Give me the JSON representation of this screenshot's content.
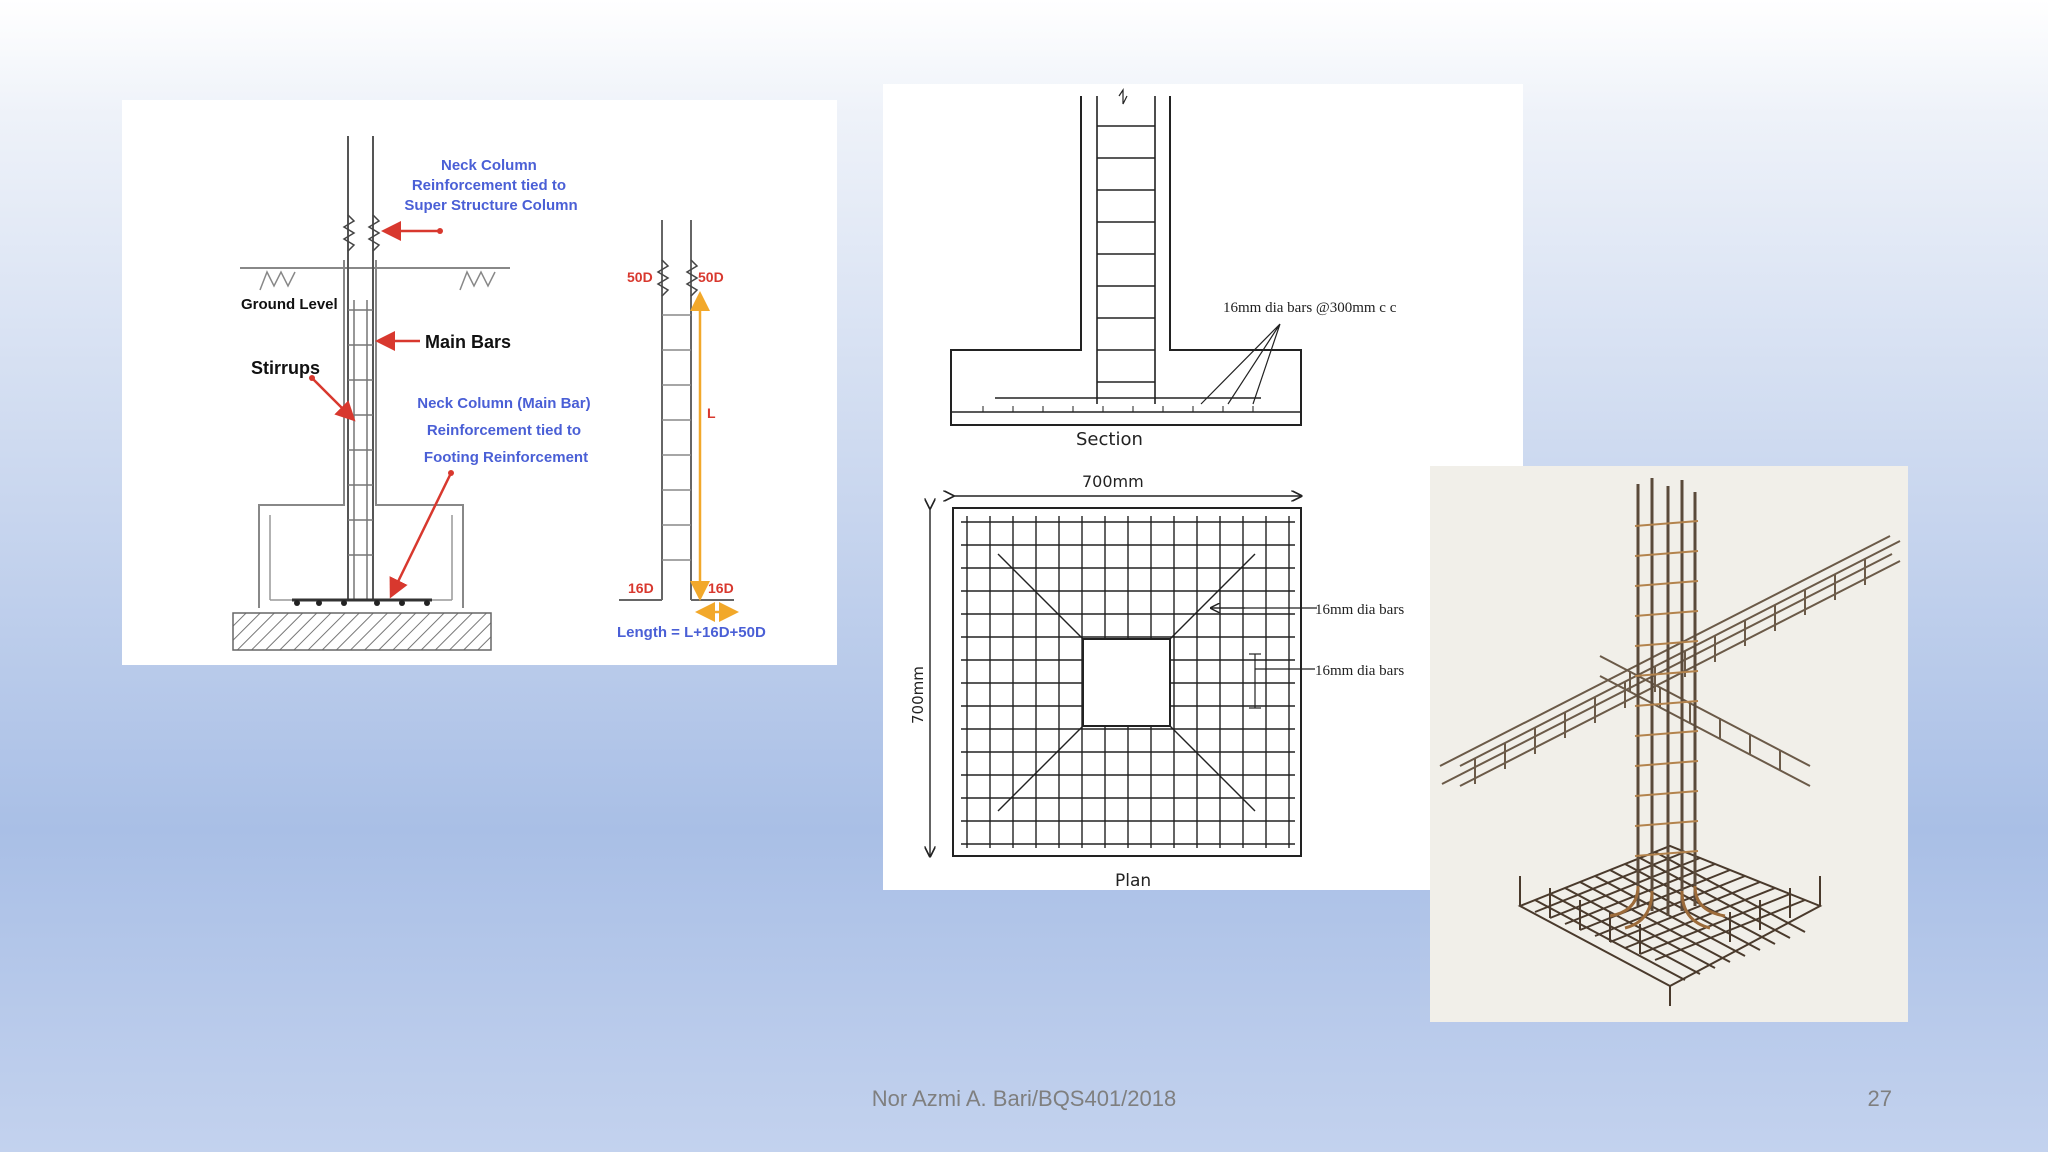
{
  "slide": {
    "footer": "Nor Azmi A. Bari/BQS401/2018",
    "page_number": "27"
  },
  "neck_diagram": {
    "ground_level": "Ground Level",
    "neck_col_label": [
      "Neck Column",
      "Reinforcement tied to",
      "Super Structure Column"
    ],
    "main_bars": "Main Bars",
    "stirrups": "Stirrups",
    "neck_main_bar_label": [
      "Neck Column (Main Bar)",
      "Reinforcement tied to",
      "Footing Reinforcement"
    ],
    "lap_top_left": "50D",
    "lap_top_right": "50D",
    "length_symbol": "L",
    "bend_left": "16D",
    "bend_right": "16D",
    "length_formula": "Length = L+16D+50D",
    "colors": {
      "blue_text": "#4a5fd6",
      "red_arrow": "#d8382e",
      "orange": "#f2a82a"
    }
  },
  "footing_drawing": {
    "section_title": "Section",
    "section_callout": "16mm dia bars @300mm c c",
    "plan_width_dim": "700mm",
    "plan_height_dim": "700mm",
    "plan_callout_1": "16mm dia bars",
    "plan_callout_2": "16mm dia bars",
    "plan_title": "Plan"
  },
  "rebar_3d": {
    "description_icon": "rebar-cage-3d-image"
  }
}
